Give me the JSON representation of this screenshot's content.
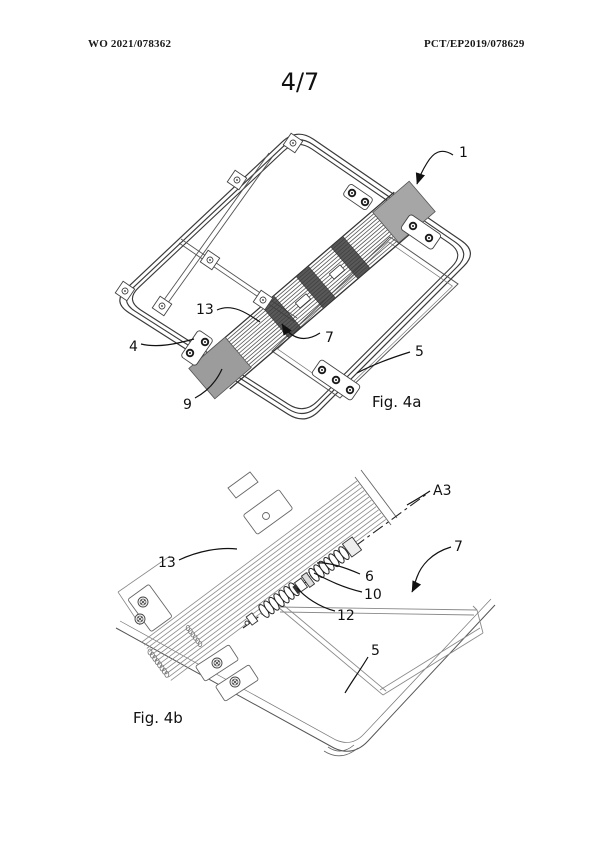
{
  "page": {
    "header_left": "WO 2021/078362",
    "header_right": "PCT/EP2019/078629",
    "page_number": "4/7"
  },
  "figures": {
    "fig4a": {
      "caption": "Fig. 4a",
      "description": "isometric-line-drawing-of-device-frame-with-flex-ribbon",
      "labels": {
        "n1": "1",
        "n13": "13",
        "n7": "7",
        "n4": "4",
        "n5": "5",
        "n9": "9"
      }
    },
    "fig4b": {
      "caption": "Fig. 4b",
      "description": "detail-view-of-hinge-axis-with-springs-and-flex-ribbons",
      "labels": {
        "nA3": "A3",
        "n13": "13",
        "n6": "6",
        "n10": "10",
        "n12": "12",
        "n7": "7",
        "n5": "5"
      }
    }
  },
  "colors": {
    "line_dark": "#333333",
    "line_mid": "#555555",
    "line_light": "#8a8a8a",
    "shade_gray": "#9e9e9e",
    "background": "#ffffff"
  }
}
